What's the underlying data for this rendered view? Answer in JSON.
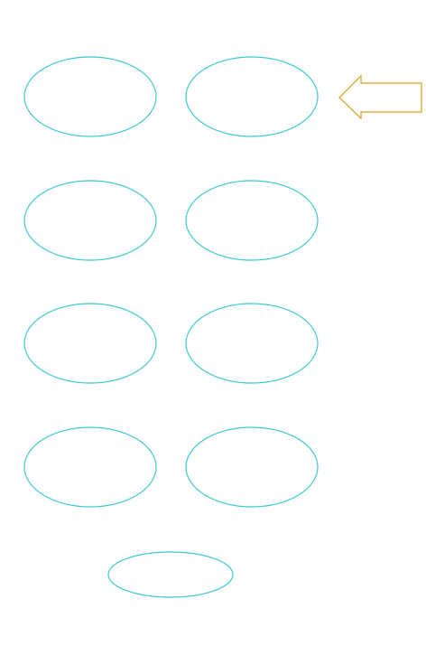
{
  "colors": {
    "background": "#ffffff",
    "ellipse_stroke": "#3cc8d0",
    "arrow_stroke": "#d4a017"
  },
  "diagram": {
    "ellipses": [
      {
        "id": "ellipse-r1-c1",
        "label": ""
      },
      {
        "id": "ellipse-r1-c2",
        "label": ""
      },
      {
        "id": "ellipse-r2-c1",
        "label": ""
      },
      {
        "id": "ellipse-r2-c2",
        "label": ""
      },
      {
        "id": "ellipse-r3-c1",
        "label": ""
      },
      {
        "id": "ellipse-r3-c2",
        "label": ""
      },
      {
        "id": "ellipse-r4-c1",
        "label": ""
      },
      {
        "id": "ellipse-r4-c2",
        "label": ""
      },
      {
        "id": "ellipse-bottom",
        "label": ""
      }
    ],
    "arrow": {
      "direction": "left",
      "icon": "left-arrow-icon"
    }
  }
}
